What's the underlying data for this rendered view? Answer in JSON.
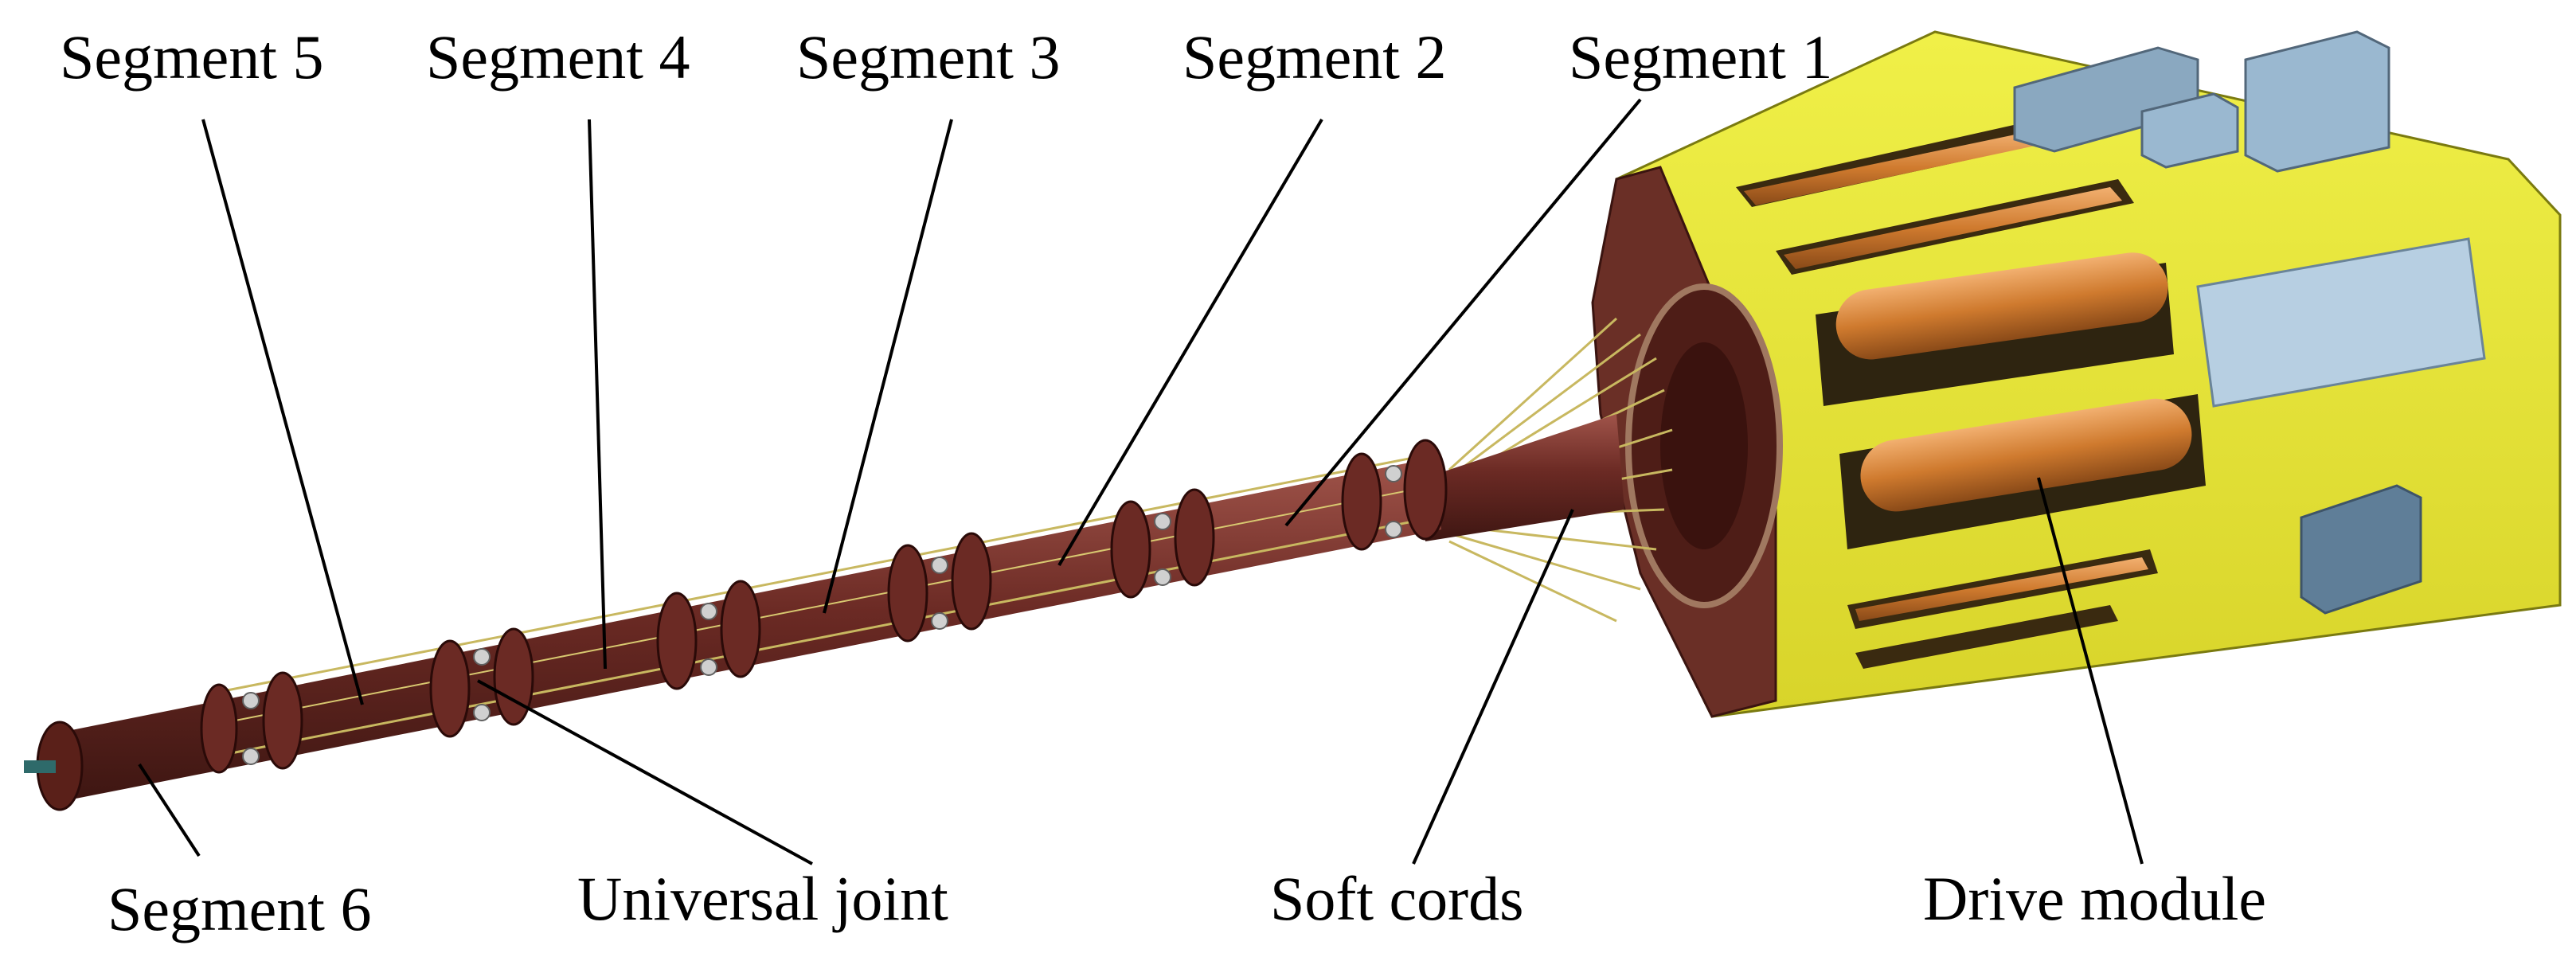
{
  "labels": {
    "segment_5": "Segment 5",
    "segment_4": "Segment 4",
    "segment_3": "Segment 3",
    "segment_2": "Segment 2",
    "segment_1": "Segment 1",
    "segment_6": "Segment 6",
    "universal_joint": "Universal joint",
    "soft_cords": "Soft cords",
    "drive_module": "Drive module"
  },
  "colors": {
    "drive_housing": "#e8e834",
    "drive_housing_shade": "#c9c820",
    "arm_body": "#6b2a24",
    "arm_highlight": "#9a4a40",
    "cords": "#c8b860",
    "motors": "#d98a3c",
    "boxes": "#8fb3d0"
  }
}
